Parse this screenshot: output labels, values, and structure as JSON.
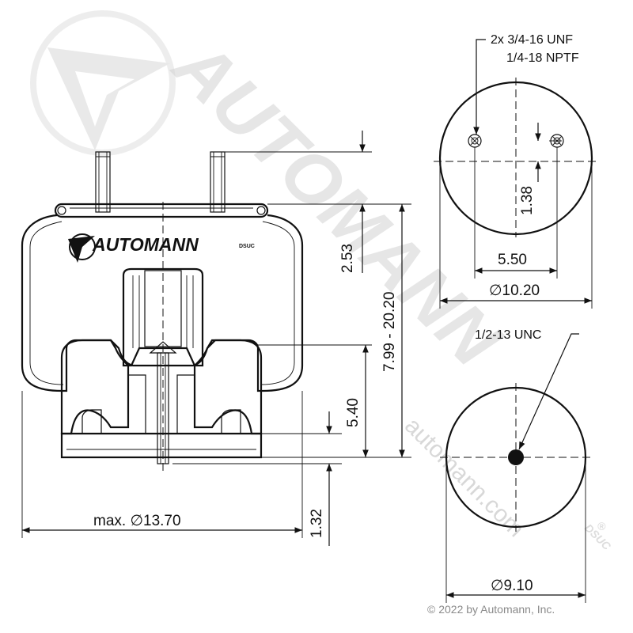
{
  "diagram": {
    "logo": {
      "main": "AUTOMANN",
      "badge": "DSUC"
    },
    "watermark": {
      "brand": "AUTOMANN",
      "url": "automann.com",
      "badge": "DSUC",
      "mark": "®"
    },
    "dimensions": {
      "diameter_max": "max. ∅13.70",
      "height_top": "2.53",
      "height_range": "7.99 - 20.20",
      "height_piston": "5.40",
      "height_bottom": "1.32",
      "top_thread": "2x 3/4-16 UNF",
      "top_port": "1/4-18 NPTF",
      "top_offset": "1.38",
      "top_spacing": "5.50",
      "top_diameter": "∅10.20",
      "bottom_thread": "1/2-13 UNC",
      "bottom_diameter": "∅9.10"
    },
    "copyright": "© 2022 by Automann, Inc.",
    "colors": {
      "line": "#111111",
      "watermark": "#d2d2d2",
      "copyright": "#8a8a8a"
    }
  }
}
